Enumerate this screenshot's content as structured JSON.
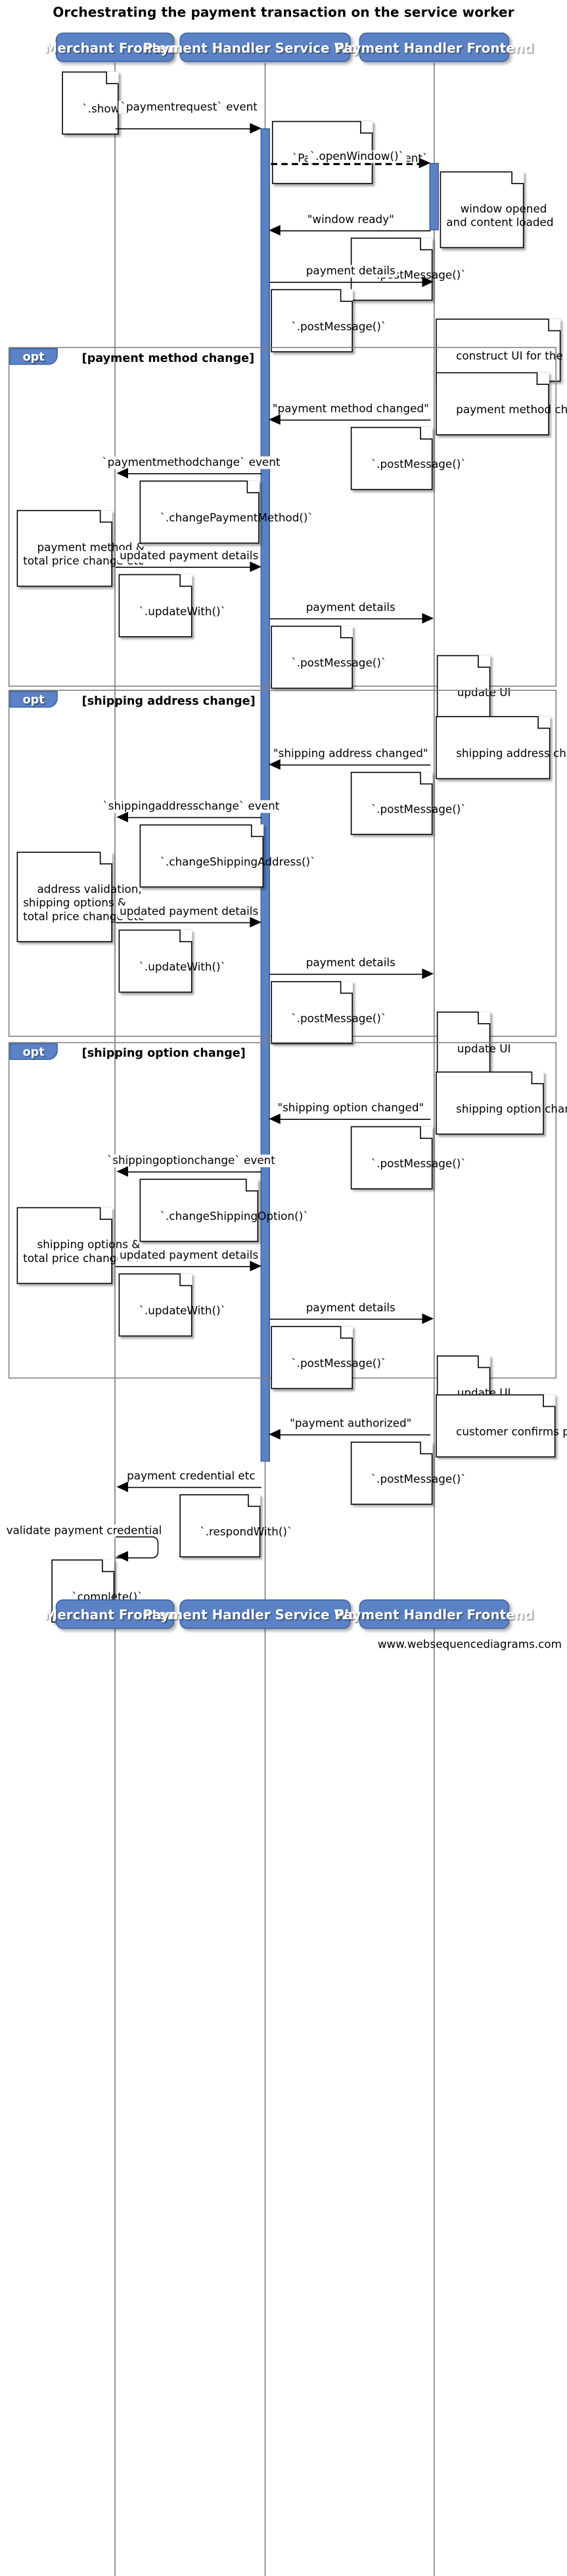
{
  "title": "Orchestrating the payment transaction on the service worker",
  "credit": "www.websequencediagrams.com",
  "actors": [
    {
      "name": "Merchant Frontend"
    },
    {
      "name": "Payment Handler Service Worker"
    },
    {
      "name": "Payment Handler Frontend"
    }
  ],
  "fragments": [
    {
      "kind": "opt",
      "condition": "[payment method change]"
    },
    {
      "kind": "opt",
      "condition": "[shipping address change]"
    },
    {
      "kind": "opt",
      "condition": "[shipping option change]"
    }
  ],
  "messages": [
    {
      "label": "`paymentrequest` event"
    },
    {
      "label": "`.openWindow()`"
    },
    {
      "label": "\"window ready\""
    },
    {
      "label": "payment details"
    },
    {
      "label": "\"payment method changed\""
    },
    {
      "label": "`paymentmethodchange` event"
    },
    {
      "label": "updated payment details"
    },
    {
      "label": "payment details"
    },
    {
      "label": "\"shipping address changed\""
    },
    {
      "label": "`shippingaddresschange` event"
    },
    {
      "label": "updated payment details"
    },
    {
      "label": "payment details"
    },
    {
      "label": "\"shipping option changed\""
    },
    {
      "label": "`shippingoptionchange` event"
    },
    {
      "label": "updated payment details"
    },
    {
      "label": "payment details"
    },
    {
      "label": "\"payment authorized\""
    },
    {
      "label": "payment credential etc"
    },
    {
      "label": "validate payment credential"
    }
  ],
  "notes": [
    {
      "text": "`.show()`"
    },
    {
      "text": "`PaymentRequestEvent`"
    },
    {
      "text": "window opened\nand content loaded"
    },
    {
      "text": "`.postMessage()`"
    },
    {
      "text": "`.postMessage()`"
    },
    {
      "text": "construct UI for the customer"
    },
    {
      "text": "payment method changed"
    },
    {
      "text": "`.postMessage()`"
    },
    {
      "text": "`.changePaymentMethod()`"
    },
    {
      "text": "payment method &\ntotal price change etc"
    },
    {
      "text": "`.updateWith()`"
    },
    {
      "text": "`.postMessage()`"
    },
    {
      "text": "update UI"
    },
    {
      "text": "shipping address changed"
    },
    {
      "text": "`.postMessage()`"
    },
    {
      "text": "`.changeShippingAddress()`"
    },
    {
      "text": "address validation,\nshipping options &\ntotal price change etc"
    },
    {
      "text": "`.updateWith()`"
    },
    {
      "text": "`.postMessage()`"
    },
    {
      "text": "update UI"
    },
    {
      "text": "shipping option changed"
    },
    {
      "text": "`.postMessage()`"
    },
    {
      "text": "`.changeShippingOption()`"
    },
    {
      "text": "shipping options &\ntotal price change etc"
    },
    {
      "text": "`.updateWith()`"
    },
    {
      "text": "`.postMessage()`"
    },
    {
      "text": "update UI"
    },
    {
      "text": "customer confirms payment"
    },
    {
      "text": "`.postMessage()`"
    },
    {
      "text": "`.respondWith()`"
    },
    {
      "text": "`complete()`"
    }
  ],
  "colors": {
    "actor_fill": "#5b82c4",
    "actor_border": "#3e63a0",
    "lifeline": "#7b7b7b",
    "fragment_border": "#808080"
  }
}
